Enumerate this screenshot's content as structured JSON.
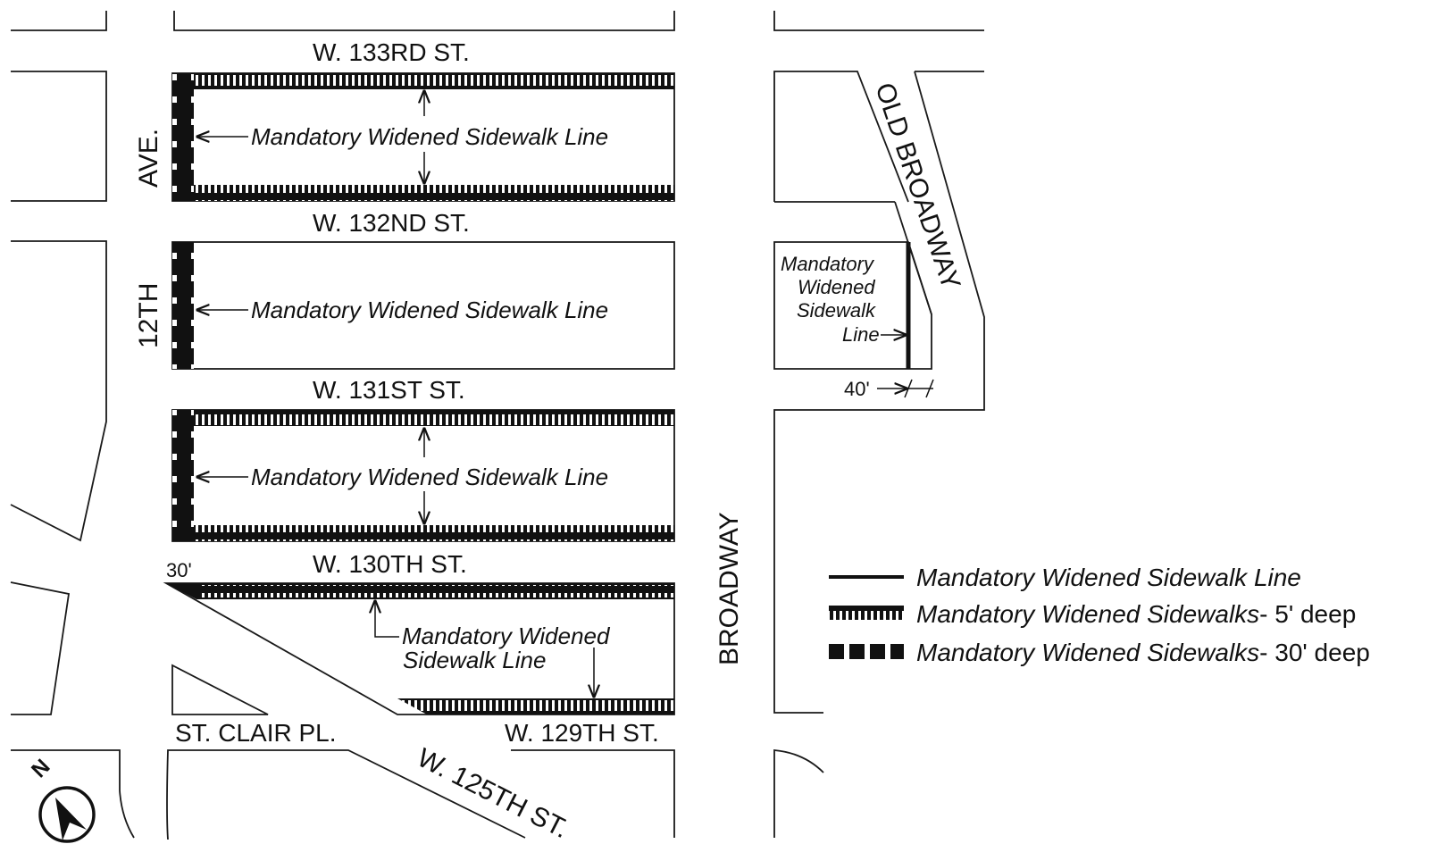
{
  "streets": {
    "w133": "W. 133RD  ST.",
    "w132": "W. 132ND  ST.",
    "w131": "W. 131ST  ST.",
    "w130": "W. 130TH  ST.",
    "w129": "W. 129TH ST.",
    "w125": "W. 125TH ST.",
    "st_clair": "ST. CLAIR PL.",
    "ave": "AVE.",
    "twelfth": "12TH",
    "broadway": "BROADWAY",
    "old_broadway": "OLD BROADWAY"
  },
  "labels": {
    "mwsl": "Mandatory Widened Sidewalk Line",
    "mwsl_block4_line1": "Mandatory Widened",
    "mwsl_block4_line2": "Sidewalk Line",
    "mwsl_east_line1": "Mandatory",
    "mwsl_east_line2": "Widened",
    "mwsl_east_line3": "Sidewalk",
    "mwsl_east_line4": "Line"
  },
  "dimensions": {
    "d30": "30'",
    "d40": "40'"
  },
  "legend": {
    "item1": "Mandatory Widened Sidewalk Line",
    "item2_italic": "Mandatory Widened Sidewalks",
    "item2_plain": "- 5' deep",
    "item3_italic": "Mandatory Widened Sidewalks",
    "item3_plain": "- 30' deep"
  },
  "compass": {
    "north_label": "N"
  },
  "colors": {
    "ink": "#111111",
    "paper": "#ffffff"
  }
}
